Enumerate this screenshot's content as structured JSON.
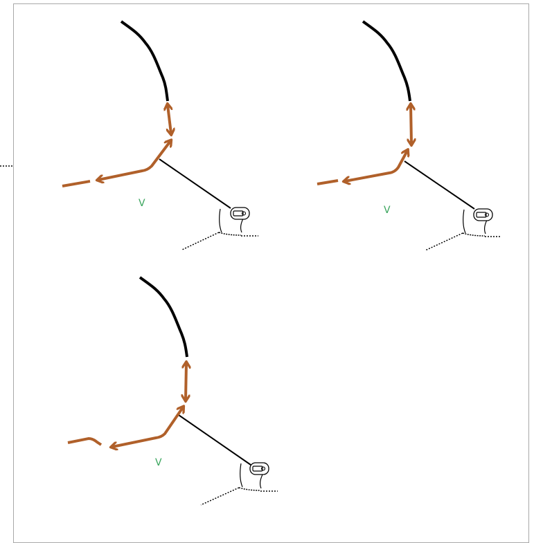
{
  "colors": {
    "arrow": "#b0602a",
    "label": "#3aa55d",
    "stroke": "#000000",
    "frame": "#a8a8a8"
  },
  "panels": [
    {
      "id": "panel-top-left",
      "label": "V"
    },
    {
      "id": "panel-top-right",
      "label": "V"
    },
    {
      "id": "panel-bottom-left",
      "label": "V"
    }
  ]
}
